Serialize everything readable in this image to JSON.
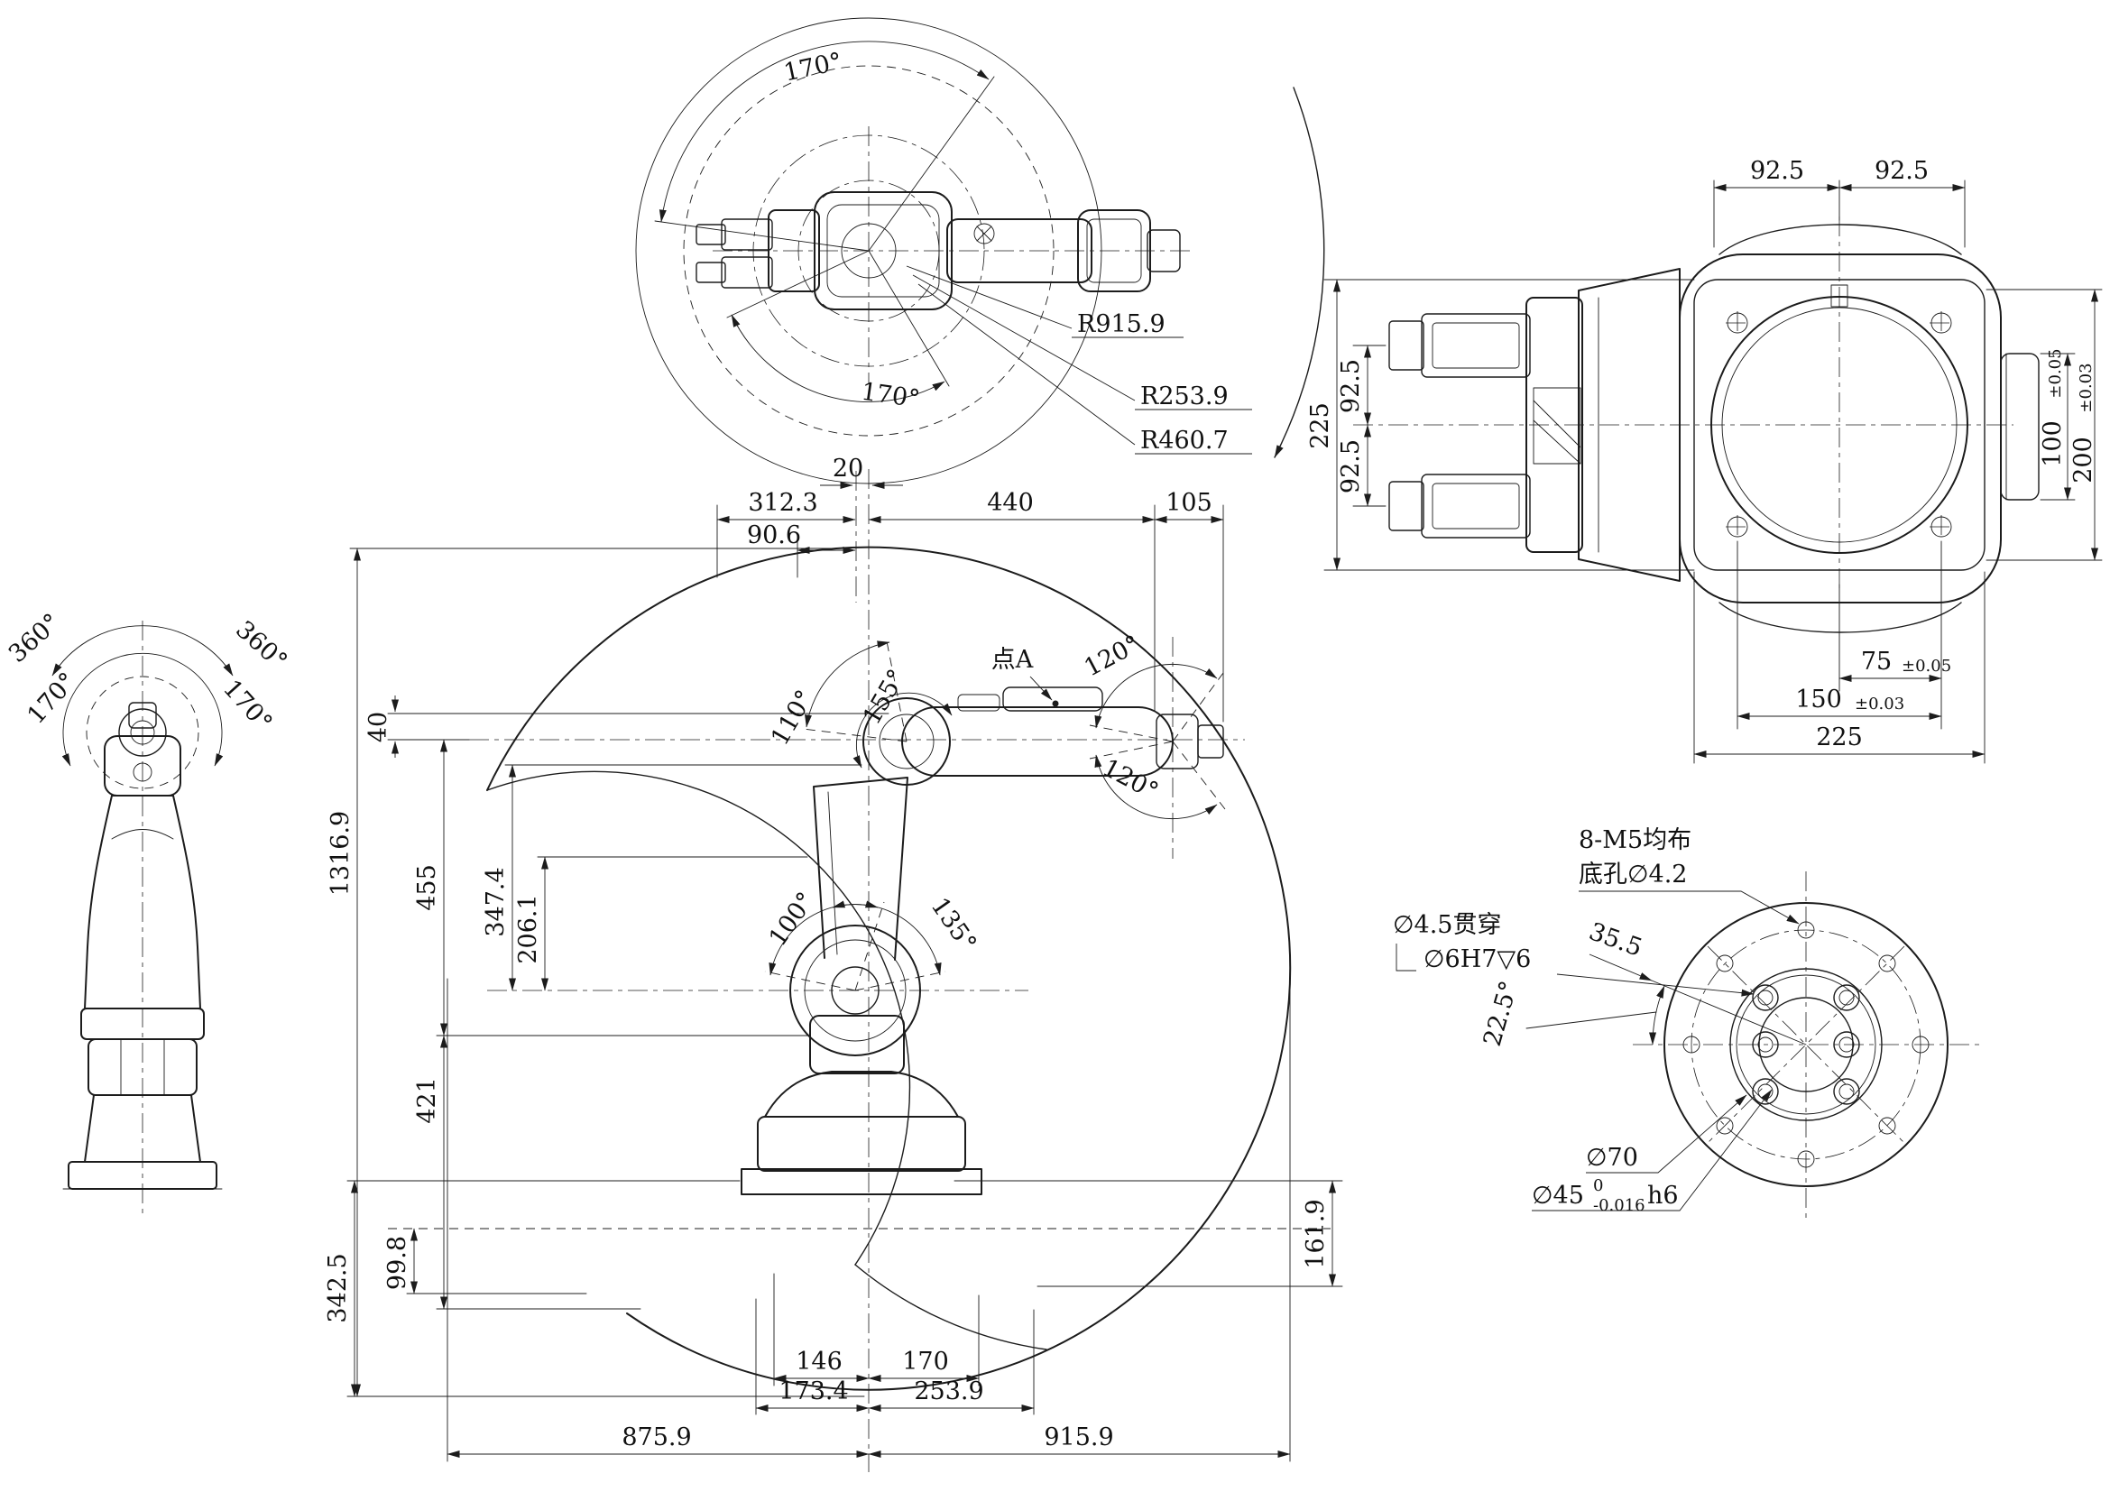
{
  "colors": {
    "ink": "#1c1c1c",
    "bg": "#ffffff"
  },
  "top_view": {
    "angle_top": "170°",
    "angle_bottom": "170°",
    "r_max": "R915.9",
    "r_mid": "R253.9",
    "r_inner": "R460.7"
  },
  "left_view": {
    "rot_left": "360°",
    "rot_right": "360°",
    "tilt_left": "170°",
    "tilt_right": "170°"
  },
  "main_view": {
    "d20": "20",
    "d312": "312.3",
    "d440": "440",
    "d105": "105",
    "d90": "90.6",
    "d40": "40",
    "d1316": "1316.9",
    "d455": "455",
    "d347": "347.4",
    "d206": "206.1",
    "d421": "421",
    "d342": "342.5",
    "d99": "99.8",
    "d161": "161.9",
    "d146": "146",
    "d170": "170",
    "d173": "173.4",
    "d253": "253.9",
    "d875": "875.9",
    "d915": "915.9",
    "a110": "110°",
    "a155": "155°",
    "a120_top": "120°",
    "a120_bottom": "120°",
    "a100": "100°",
    "a135": "135°",
    "point_a": "点A"
  },
  "flange_view": {
    "t92a": "92.5",
    "t92b": "92.5",
    "l92a": "92.5",
    "l92b": "92.5",
    "l225": "225",
    "r100": "100",
    "r100_tol": "±0.05",
    "r200": "200",
    "r200_tol": "±0.03",
    "b75": "75",
    "b75_tol": "±0.05",
    "b150": "150",
    "b150_tol": "±0.03",
    "b225": "225"
  },
  "tool_view": {
    "note1_l1": "8-M5均布",
    "note1_l2": "底孔∅4.2",
    "note2_l1": "∅4.5贯穿",
    "note2_l2": "∅6H7▽6",
    "d35": "35.5",
    "a22": "22.5°",
    "d70": "∅70",
    "d45": "∅45",
    "d45_tol_hi": "0",
    "d45_tol_lo": "-0.016",
    "d45_fit": "h6"
  }
}
